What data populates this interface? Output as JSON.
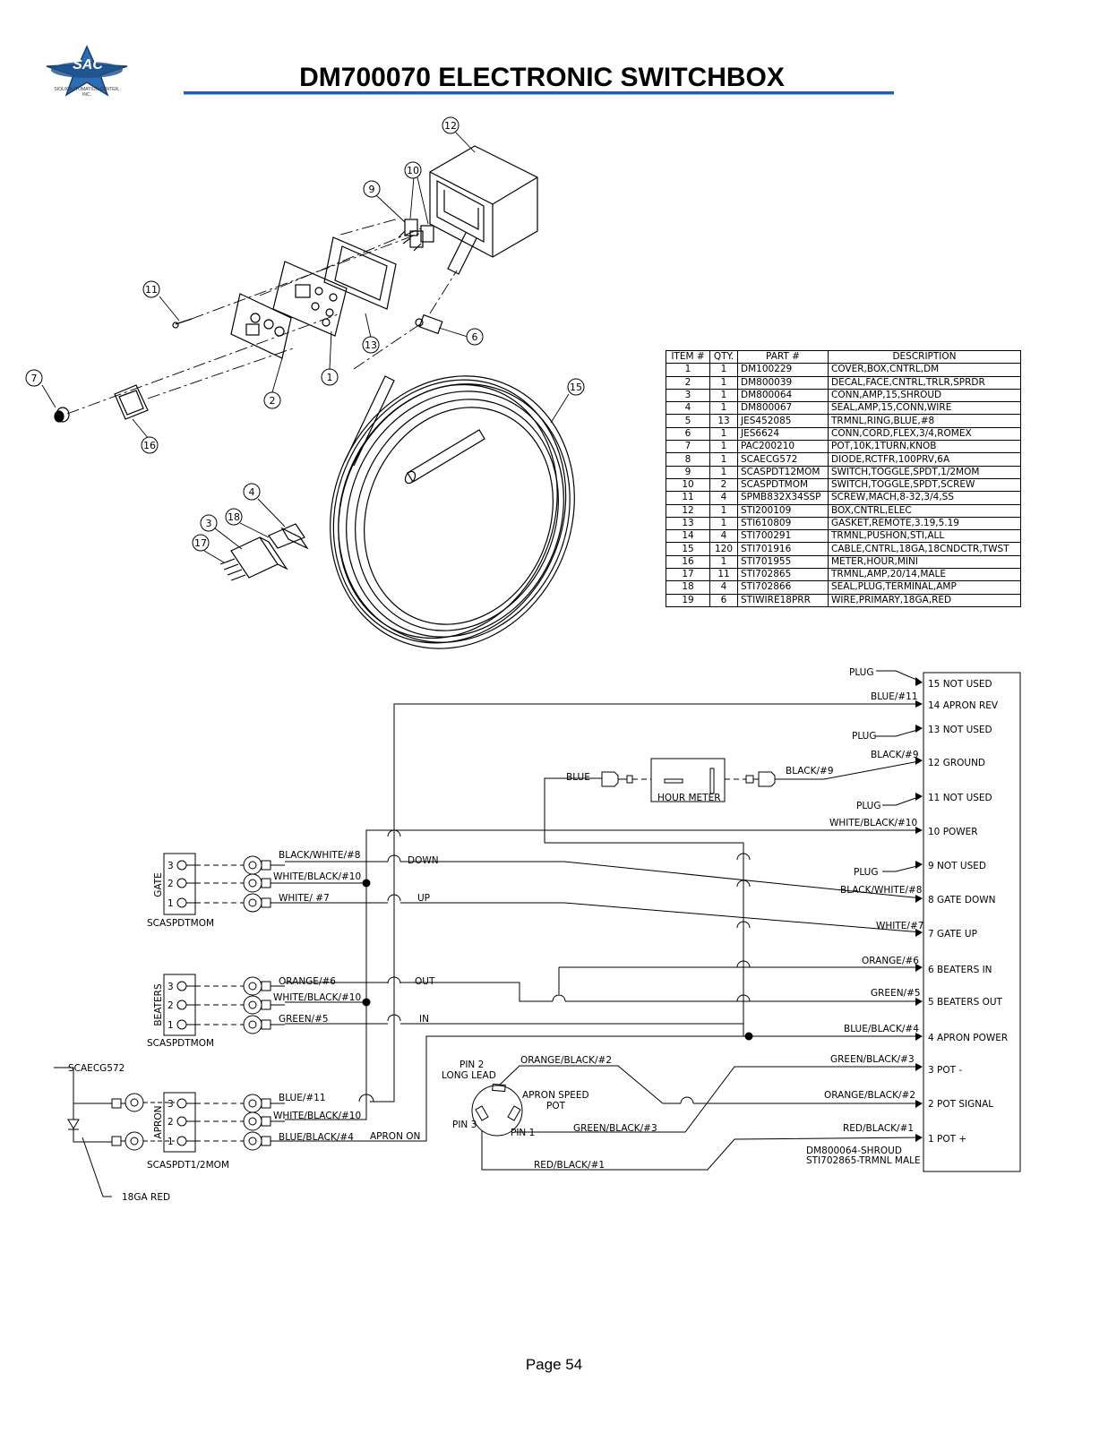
{
  "header": {
    "title": "DM700070 ELECTRONIC SWITCHBOX",
    "logo_text": "SAC",
    "logo_subtext": "SIOUX AUTOMATION CENTER, INC."
  },
  "explode": {
    "callouts": [
      "12",
      "10",
      "9",
      "11",
      "13",
      "6",
      "7",
      "2",
      "1",
      "16",
      "15",
      "4",
      "18",
      "3",
      "17"
    ]
  },
  "parts_table": {
    "headers": [
      "ITEM #",
      "QTY.",
      "PART #",
      "DESCRIPTION"
    ],
    "rows": [
      [
        "1",
        "1",
        "DM100229",
        "COVER,BOX,CNTRL,DM"
      ],
      [
        "2",
        "1",
        "DM800039",
        "DECAL,FACE,CNTRL,TRLR,SPRDR"
      ],
      [
        "3",
        "1",
        "DM800064",
        "CONN,AMP,15,SHROUD"
      ],
      [
        "4",
        "1",
        "DM800067",
        "SEAL,AMP,15,CONN,WIRE"
      ],
      [
        "5",
        "13",
        "JES452085",
        "TRMNL,RING,BLUE,#8"
      ],
      [
        "6",
        "1",
        "JES6624",
        "CONN,CORD,FLEX,3/4,ROMEX"
      ],
      [
        "7",
        "1",
        "PAC200210",
        "POT,10K,1TURN,KNOB"
      ],
      [
        "8",
        "1",
        "SCAECG572",
        "DIODE,RCTFR,100PRV,6A"
      ],
      [
        "9",
        "1",
        "SCASPDT12MOM",
        "SWITCH,TOGGLE,SPDT,1/2MOM"
      ],
      [
        "10",
        "2",
        "SCASPDTMOM",
        "SWITCH,TOGGLE,SPDT,SCREW"
      ],
      [
        "11",
        "4",
        "SPMB832X34SSP",
        "SCREW,MACH,8-32,3/4,SS"
      ],
      [
        "12",
        "1",
        "STI200109",
        "BOX,CNTRL,ELEC"
      ],
      [
        "13",
        "1",
        "STI610809",
        "GASKET,REMOTE,3.19,5.19"
      ],
      [
        "14",
        "4",
        "STI700291",
        "TRMNL,PUSHON,STI,ALL"
      ],
      [
        "15",
        "120",
        "STI701916",
        "CABLE,CNTRL,18GA,18CNDCTR,TWST"
      ],
      [
        "16",
        "1",
        "STI701955",
        "METER,HOUR,MINI"
      ],
      [
        "17",
        "11",
        "STI702865",
        "TRMNL,AMP,20/14,MALE"
      ],
      [
        "18",
        "4",
        "STI702866",
        "SEAL,PLUG,TERMINAL,AMP"
      ],
      [
        "19",
        "6",
        "STIWIRE18PRR",
        "WIRE,PRIMARY,18GA,RED"
      ]
    ]
  },
  "schematic": {
    "terminals": [
      {
        "num": "15",
        "label": "NOT USED",
        "wire": "PLUG"
      },
      {
        "num": "14",
        "label": "APRON REV",
        "wire": "BLUE/#11"
      },
      {
        "num": "13",
        "label": "NOT USED",
        "wire": "PLUG"
      },
      {
        "num": "12",
        "label": "GROUND",
        "wire": "BLACK/#9"
      },
      {
        "num": "11",
        "label": "NOT USED",
        "wire": "PLUG"
      },
      {
        "num": "10",
        "label": "POWER",
        "wire": "WHITE/BLACK/#10"
      },
      {
        "num": "9",
        "label": "NOT USED",
        "wire": "PLUG"
      },
      {
        "num": "8",
        "label": "GATE DOWN",
        "wire": "BLACK/WHITE/#8"
      },
      {
        "num": "7",
        "label": "GATE UP",
        "wire": "WHITE/#7"
      },
      {
        "num": "6",
        "label": "BEATERS IN",
        "wire": "ORANGE/#6"
      },
      {
        "num": "5",
        "label": "BEATERS OUT",
        "wire": "GREEN/#5"
      },
      {
        "num": "4",
        "label": "APRON POWER",
        "wire": "BLUE/BLACK/#4"
      },
      {
        "num": "3",
        "label": "POT -",
        "wire": "GREEN/BLACK/#3"
      },
      {
        "num": "2",
        "label": "POT SIGNAL",
        "wire": "ORANGE/BLACK/#2"
      },
      {
        "num": "1",
        "label": "POT +",
        "wire": "RED/BLACK/#1"
      }
    ],
    "hour_meter": {
      "label": "HOUR METER",
      "left_wire": "BLUE",
      "right_wire": "BLACK/#9"
    },
    "switches": [
      {
        "name": "GATE",
        "part": "SCASPDTMOM",
        "pins": [
          "3",
          "2",
          "1"
        ],
        "wires": [
          "BLACK/WHITE/#8",
          "WHITE/BLACK/#10",
          "WHITE/ #7"
        ],
        "dir_upper": "DOWN",
        "dir_lower": "UP"
      },
      {
        "name": "BEATERS",
        "part": "SCASPDTMOM",
        "pins": [
          "3",
          "2",
          "1"
        ],
        "wires": [
          "ORANGE/#6",
          "WHITE/BLACK/#10",
          "GREEN/#5"
        ],
        "dir_upper": "OUT",
        "dir_lower": "IN"
      },
      {
        "name": "APRON",
        "part": "SCASPDT1/2MOM",
        "pins": [
          "3",
          "2",
          "1"
        ],
        "wires": [
          "BLUE/#11",
          "WHITE/BLACK/#10",
          "BLUE/BLACK/#4"
        ],
        "dir_lower": "APRON ON"
      }
    ],
    "diode": {
      "part": "SCAECG572",
      "wire": "18GA RED"
    },
    "pot": {
      "label": "APRON SPEED POT",
      "pin2": "PIN 2 LONG LEAD",
      "pin3": "PIN 3",
      "pin1": "PIN 1",
      "wire_orange": "ORANGE/BLACK/#2",
      "wire_green": "GREEN/BLACK/#3",
      "wire_red": "RED/BLACK/#1"
    },
    "shroud_note": [
      "DM800064-SHROUD",
      "STI702865-TRMNL MALE"
    ]
  },
  "footer": {
    "page": "Page 54"
  }
}
